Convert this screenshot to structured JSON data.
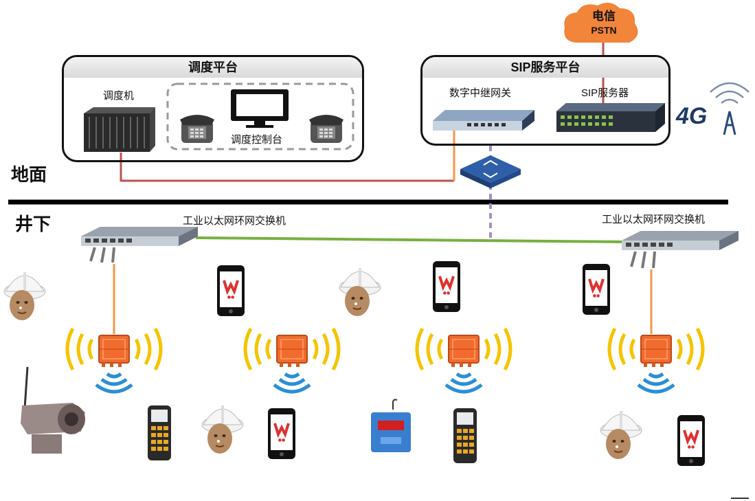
{
  "ground": {
    "label": "地面",
    "dispatch_platform": {
      "title": "调度平台",
      "dispatcher_label": "调度机",
      "console_label": "调度控制台"
    },
    "sip_platform": {
      "title": "SIP服务平台",
      "gateway_label": "数字中继网关",
      "server_label": "SIP服务器"
    },
    "telecom": {
      "line1": "电信",
      "line2": "PSTN"
    },
    "network_4g": "4G"
  },
  "underground": {
    "label": "井下",
    "switch_left_label": "工业以太网环网交换机",
    "switch_right_label": "工业以太网环网交换机"
  },
  "colors": {
    "red_link": "#c0504d",
    "orange_link": "#f79646",
    "green_ring": "#77b040",
    "dashed_link": "#a58fc8",
    "base_station": "#f26b2d",
    "wifi_yellow": "#f5c400",
    "wifi_blue": "#2b8fd6",
    "cloud": "#f2853a"
  },
  "icons": [
    "dispatcher-server-icon",
    "desk-phone-icon",
    "monitor-icon",
    "gateway-icon",
    "sip-server-icon",
    "cloud-icon",
    "antenna-4g-icon",
    "core-switch-icon",
    "ring-switch-icon",
    "worker-helmet-icon",
    "smartphone-icon",
    "base-station-icon",
    "wifi-signal-icon",
    "explosion-proof-camera-icon",
    "mining-phone-icon",
    "sensor-box-icon"
  ]
}
